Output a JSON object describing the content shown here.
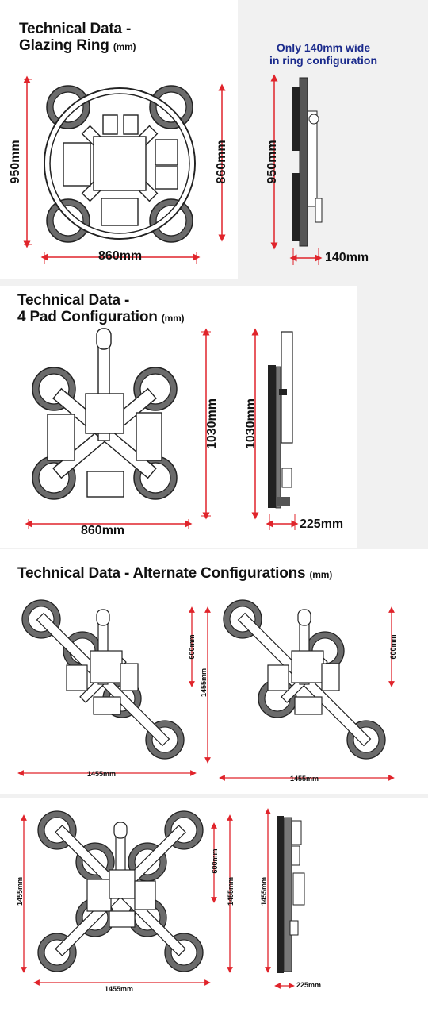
{
  "sections": {
    "glazing_ring": {
      "title_line1": "Technical Data -",
      "title_line2": "Glazing Ring",
      "unit": "(mm)",
      "note_line1": "Only 140mm wide",
      "note_line2": "in ring configuration",
      "dims": {
        "height": "950mm",
        "inner_height": "860mm",
        "width": "860mm",
        "side_height": "950mm",
        "side_depth": "140mm"
      }
    },
    "four_pad": {
      "title_line1": "Technical Data -",
      "title_line2": "4 Pad Configuration",
      "unit": "(mm)",
      "dims": {
        "height": "1030mm",
        "width": "860mm",
        "side_height": "1030mm",
        "side_depth": "225mm"
      }
    },
    "alternate": {
      "title": "Technical Data - Alternate Configurations",
      "unit": "(mm)",
      "dims": {
        "a_width": "1455mm",
        "a_height": "1455mm",
        "a_small": "600mm",
        "b_width": "1455mm",
        "b_small": "600mm",
        "c_width": "1455mm",
        "c_height": "1455mm",
        "c_small_h": "600mm",
        "c_height2": "1455mm",
        "d_height": "1455mm",
        "d_depth": "225mm"
      }
    }
  },
  "colors": {
    "dimension_line": "#e0242b",
    "pad_ring": "#6b6b6b",
    "frame": "#ffffff",
    "outline": "#2a2a2a",
    "note": "#1a2a8c"
  }
}
